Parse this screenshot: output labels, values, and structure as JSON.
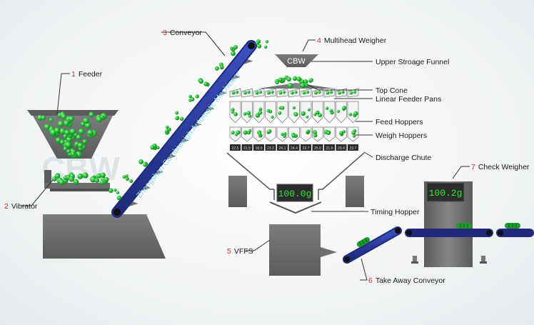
{
  "components": [
    {
      "num": "1",
      "label": "Feeder"
    },
    {
      "num": "2",
      "label": "Vibrator"
    },
    {
      "num": "3",
      "label": "Conveyor"
    },
    {
      "num": "4",
      "label": "Multihead Weigher"
    },
    {
      "num": "5",
      "label": "VFFS"
    },
    {
      "num": "6",
      "label": "Take Away Conveyor"
    },
    {
      "num": "7",
      "label": "Check Weigher"
    }
  ],
  "parts": {
    "upper_funnel": "Upper Stroage Funnel",
    "top_cone": "Top Cone",
    "linear_feeder_pans": "Linear Feeder Pans",
    "feed_hoppers": "Feed Hoppers",
    "weigh_hoppers": "Weigh Hoppers",
    "discharge_chute": "Discharge Chute",
    "timing_hopper": "Timing Hopper"
  },
  "funnel_logo": "CBW",
  "weigher_display": "100.0g",
  "checkweigher_display": "100.2g",
  "conveyor_text": "Zhongshan Combiweigh Automatic Machinery",
  "head_weights": [
    "22.5",
    "21.5",
    "18.9",
    "23.2",
    "24.1",
    "24.4",
    "23.7",
    "25.6",
    "21.6",
    "20.4",
    "23.7"
  ],
  "watermark": "CBW",
  "colors": {
    "accent_number": "#c8361e",
    "product_green": "#22b83a",
    "belt_blue": "#2b3a9c",
    "machine_gray": "#6d6f71",
    "display_green": "#2ee62a"
  }
}
